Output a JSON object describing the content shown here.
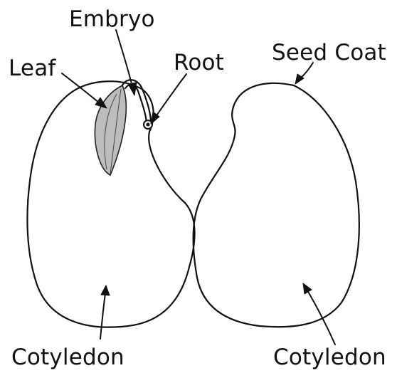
{
  "diagram": {
    "labels": {
      "embryo": "Embryo",
      "leaf": "Leaf",
      "root": "Root",
      "seed_coat": "Seed Coat",
      "cotyledon_left": "Cotyledon",
      "cotyledon_right": "Cotyledon"
    },
    "colors": {
      "stroke": "#111111",
      "leaf_fill": "#bdbdbd",
      "background": "#ffffff"
    }
  }
}
